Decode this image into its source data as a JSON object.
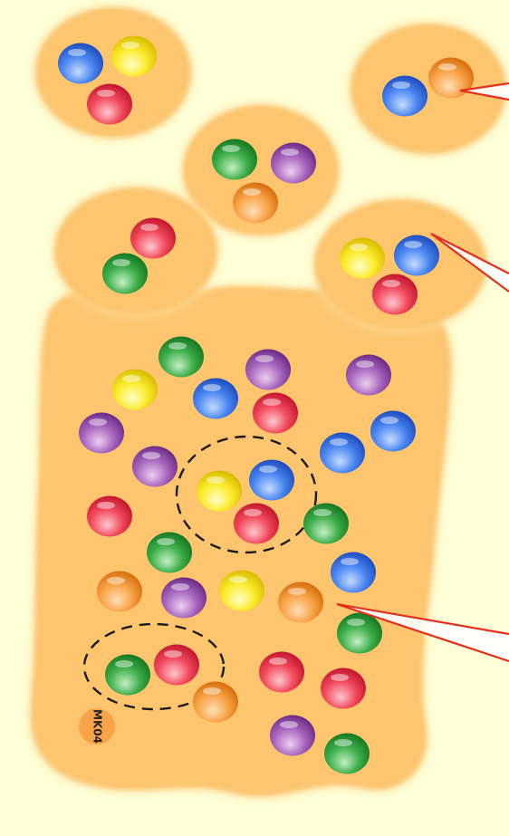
{
  "colors": {
    "background": "#ffffd8",
    "blob": "#fcc56e",
    "blob_edge": "#ffe3a8",
    "pointer_line": "#e0301e",
    "dashed_ring": "#1a1a1a",
    "balls": {
      "blue": [
        "#c4dcff",
        "#4a86f2",
        "#1f4fc0"
      ],
      "yellow": [
        "#ffffc8",
        "#fbeb2c",
        "#d9be00"
      ],
      "red": [
        "#ffc8d0",
        "#f24a5c",
        "#c41830"
      ],
      "green": [
        "#c4f0c4",
        "#3dae4a",
        "#177a23"
      ],
      "purple": [
        "#ecd0f0",
        "#a866be",
        "#6e2e88"
      ],
      "orange": [
        "#ffe0b8",
        "#f9a448",
        "#d8700e"
      ]
    }
  },
  "small_groups": [
    {
      "name": "group-top-left",
      "balls": [
        "blue",
        "yellow",
        "red"
      ]
    },
    {
      "name": "group-top-right",
      "balls": [
        "blue",
        "orange"
      ]
    },
    {
      "name": "group-top-center",
      "balls": [
        "green",
        "purple",
        "orange"
      ]
    },
    {
      "name": "group-middle-left",
      "balls": [
        "red",
        "green"
      ]
    },
    {
      "name": "group-middle-right",
      "balls": [
        "yellow",
        "blue",
        "red"
      ]
    }
  ],
  "large_mass": {
    "balls": [
      "green",
      "yellow",
      "blue",
      "red",
      "purple",
      "purple",
      "blue",
      "purple",
      "red",
      "green",
      "blue",
      "green",
      "orange",
      "purple",
      "yellow",
      "orange",
      "blue",
      "red",
      "green",
      "red",
      "orange",
      "purple",
      "green",
      "purple"
    ],
    "circled_groups": [
      {
        "balls": [
          "yellow",
          "blue",
          "red"
        ]
      },
      {
        "balls": [
          "green",
          "red"
        ]
      }
    ]
  },
  "stamp": {
    "text": "MK04"
  }
}
